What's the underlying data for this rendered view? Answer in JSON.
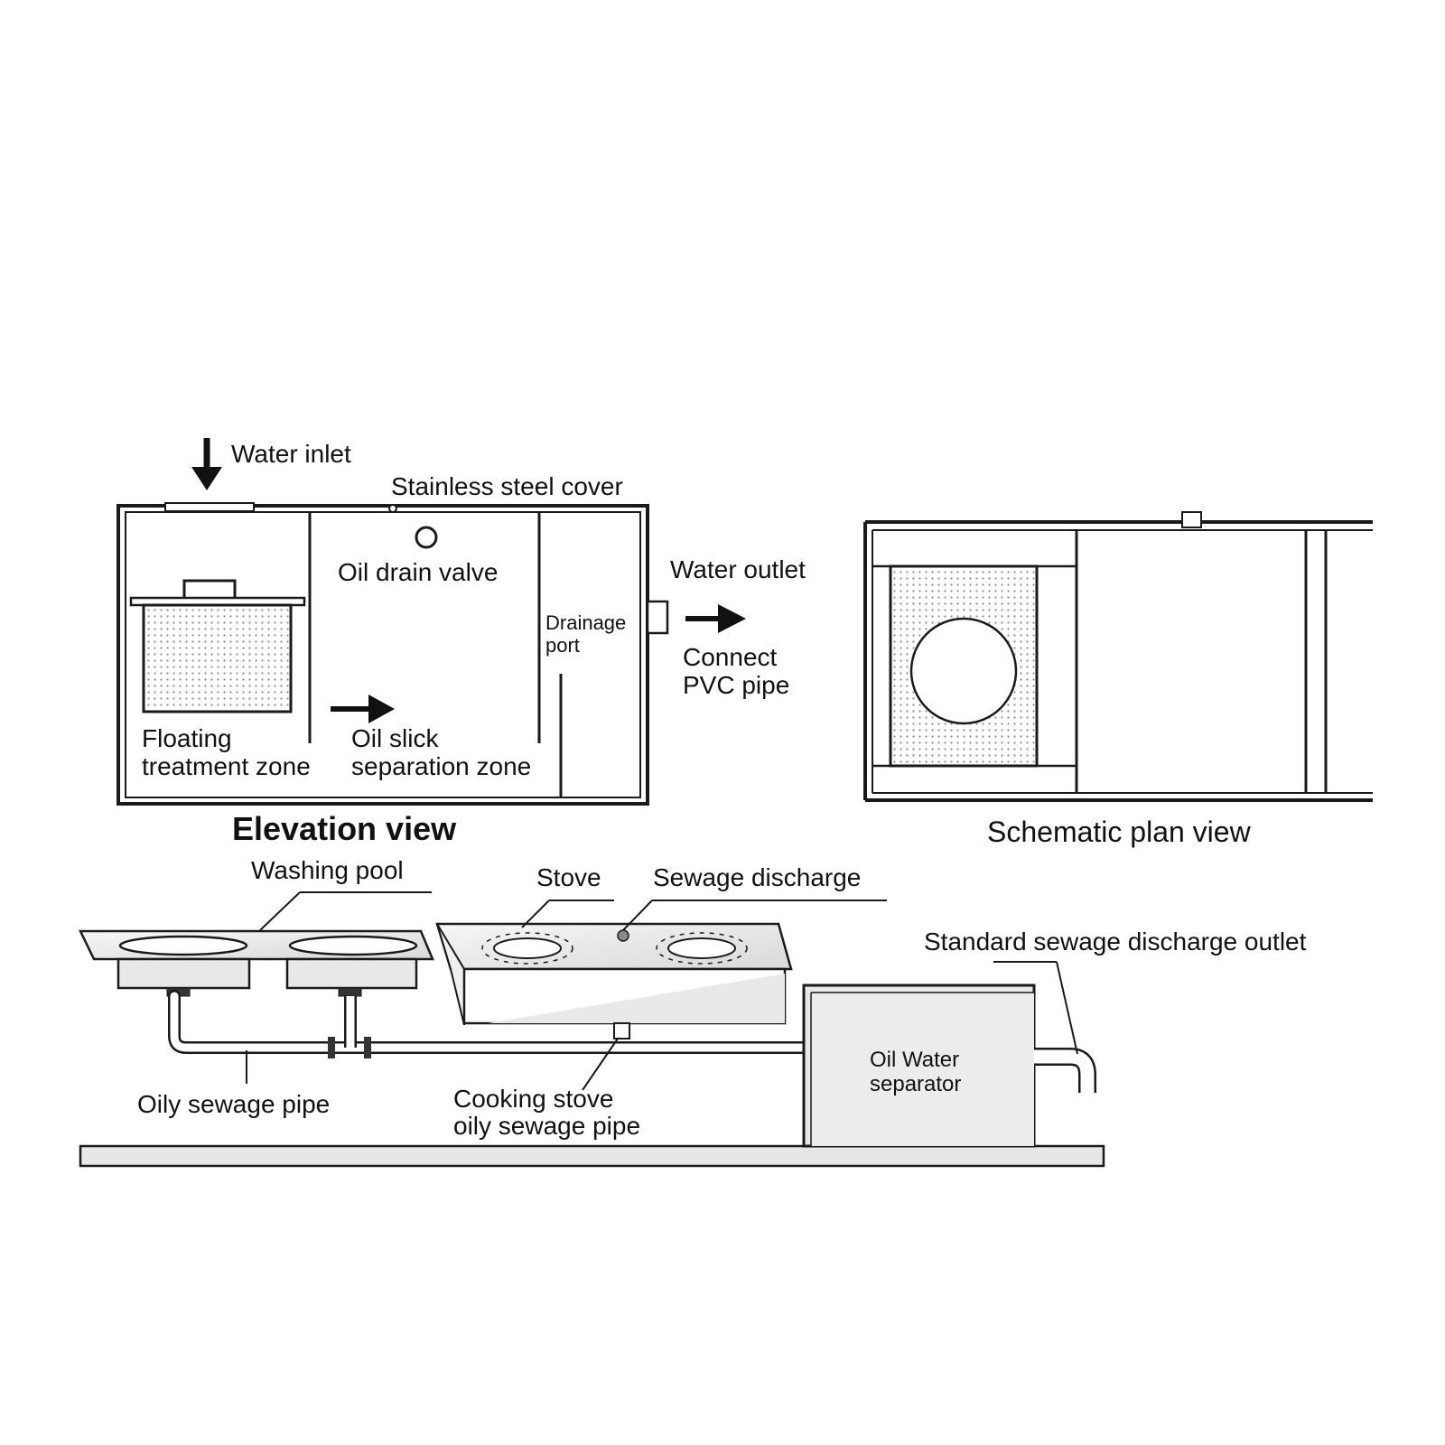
{
  "elevation": {
    "title": "Elevation view",
    "water_inlet": "Water inlet",
    "stainless_cover": "Stainless steel cover",
    "oil_drain_valve": "Oil drain valve",
    "water_outlet": "Water outlet",
    "connect_pvc_line1": "Connect",
    "connect_pvc_line2": "PVC pipe",
    "drainage_port_line1": "Drainage",
    "drainage_port_line2": "port",
    "floating_zone_line1": "Floating",
    "floating_zone_line2": "treatment zone",
    "oil_slick_line1": "Oil slick",
    "oil_slick_line2": "separation zone"
  },
  "plan": {
    "title": "Schematic plan view"
  },
  "installation": {
    "washing_pool": "Washing pool",
    "stove": "Stove",
    "sewage_discharge": "Sewage discharge",
    "standard_outlet": "Standard sewage discharge outlet",
    "separator_line1": "Oil Water",
    "separator_line2": "separator",
    "oily_sewage_pipe": "Oily sewage pipe",
    "cooking_pipe_line1": "Cooking stove",
    "cooking_pipe_line2": "oily sewage pipe"
  },
  "colors": {
    "line": "#1a1a1a",
    "panel_fill": "#ececec",
    "dots": "#8a8a8a"
  }
}
